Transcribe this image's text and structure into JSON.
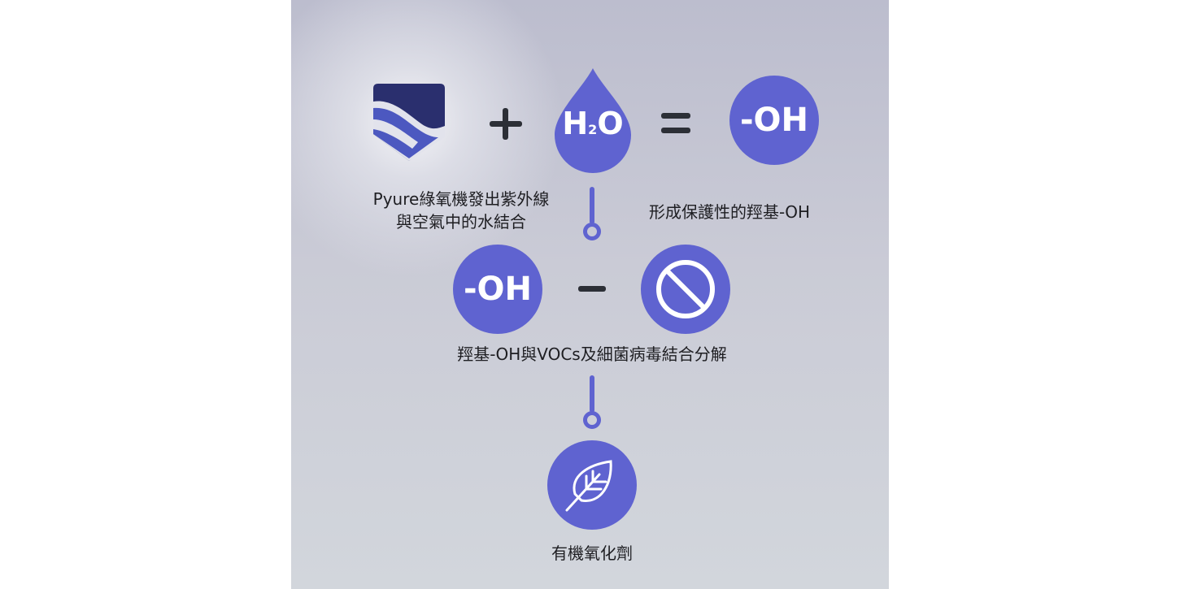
{
  "colors": {
    "accent": "#5f63d0",
    "logo_dark": "#2a2f6e",
    "logo_light": "#4c58c0"
  },
  "step1": {
    "water_label": "H",
    "water_sub": "2",
    "water_tail": "O",
    "result": "-OH",
    "caption_line1": "Pyure綠氧機發出紫外線",
    "caption_line2": "與空氣中的水結合",
    "result_caption": "形成保護性的羥基-OH"
  },
  "step2": {
    "oh": "-OH",
    "caption": "羥基-OH與VOCs及細菌病毒結合分解"
  },
  "step3": {
    "caption": "有機氧化劑"
  },
  "icons": [
    "pyure-logo-icon",
    "plus-icon",
    "water-drop-icon",
    "equals-icon",
    "minus-icon",
    "ban-icon",
    "leaf-icon"
  ]
}
